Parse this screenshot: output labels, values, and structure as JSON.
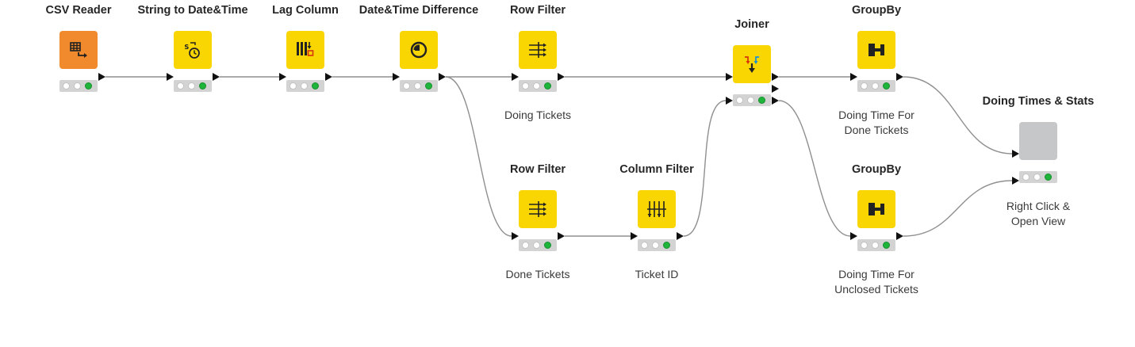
{
  "colors": {
    "source_node": "#f08a2c",
    "manipulator_node": "#f9d601",
    "view_node": "#c5c7c8",
    "port": "#111111",
    "wire": "#8f8f8f",
    "status_green": "#1eb53a",
    "status_bg": "#d3d3d3"
  },
  "nodes": [
    {
      "id": "csv_reader",
      "title": "CSV Reader",
      "description": "",
      "kind": "source",
      "icon": "table-arrow-icon"
    },
    {
      "id": "string_to_datetime",
      "title": "String to Date&Time",
      "description": "",
      "kind": "manip",
      "icon": "string-to-clock-icon"
    },
    {
      "id": "lag_column",
      "title": "Lag Column",
      "description": "",
      "kind": "manip",
      "icon": "lag-column-icon"
    },
    {
      "id": "datetime_difference",
      "title": "Date&Time Difference",
      "description": "",
      "kind": "manip",
      "icon": "clock-icon"
    },
    {
      "id": "row_filter_doing",
      "title": "Row Filter",
      "description": "Doing Tickets",
      "kind": "manip",
      "icon": "row-filter-icon"
    },
    {
      "id": "row_filter_done",
      "title": "Row Filter",
      "description": "Done Tickets",
      "kind": "manip",
      "icon": "row-filter-icon"
    },
    {
      "id": "column_filter",
      "title": "Column Filter",
      "description": "Ticket ID",
      "kind": "manip",
      "icon": "column-filter-icon"
    },
    {
      "id": "joiner",
      "title": "Joiner",
      "description": "",
      "kind": "manip",
      "icon": "joiner-icon"
    },
    {
      "id": "groupby_done",
      "title": "GroupBy",
      "description": "Doing  Time For\nDone Tickets",
      "kind": "manip",
      "icon": "groupby-icon"
    },
    {
      "id": "groupby_unclosed",
      "title": "GroupBy",
      "description": "Doing Time For\nUnclosed Tickets",
      "kind": "manip",
      "icon": "groupby-icon"
    },
    {
      "id": "stats_view",
      "title": "Doing Times & Stats",
      "description": "Right Click &\nOpen View",
      "kind": "view",
      "icon": "component-icon"
    }
  ],
  "status": {
    "csv_reader": "executed",
    "string_to_datetime": "executed",
    "lag_column": "executed",
    "datetime_difference": "executed",
    "row_filter_doing": "executed",
    "row_filter_done": "executed",
    "column_filter": "executed",
    "joiner": "executed",
    "groupby_done": "executed",
    "groupby_unclosed": "executed",
    "stats_view": "executed"
  }
}
